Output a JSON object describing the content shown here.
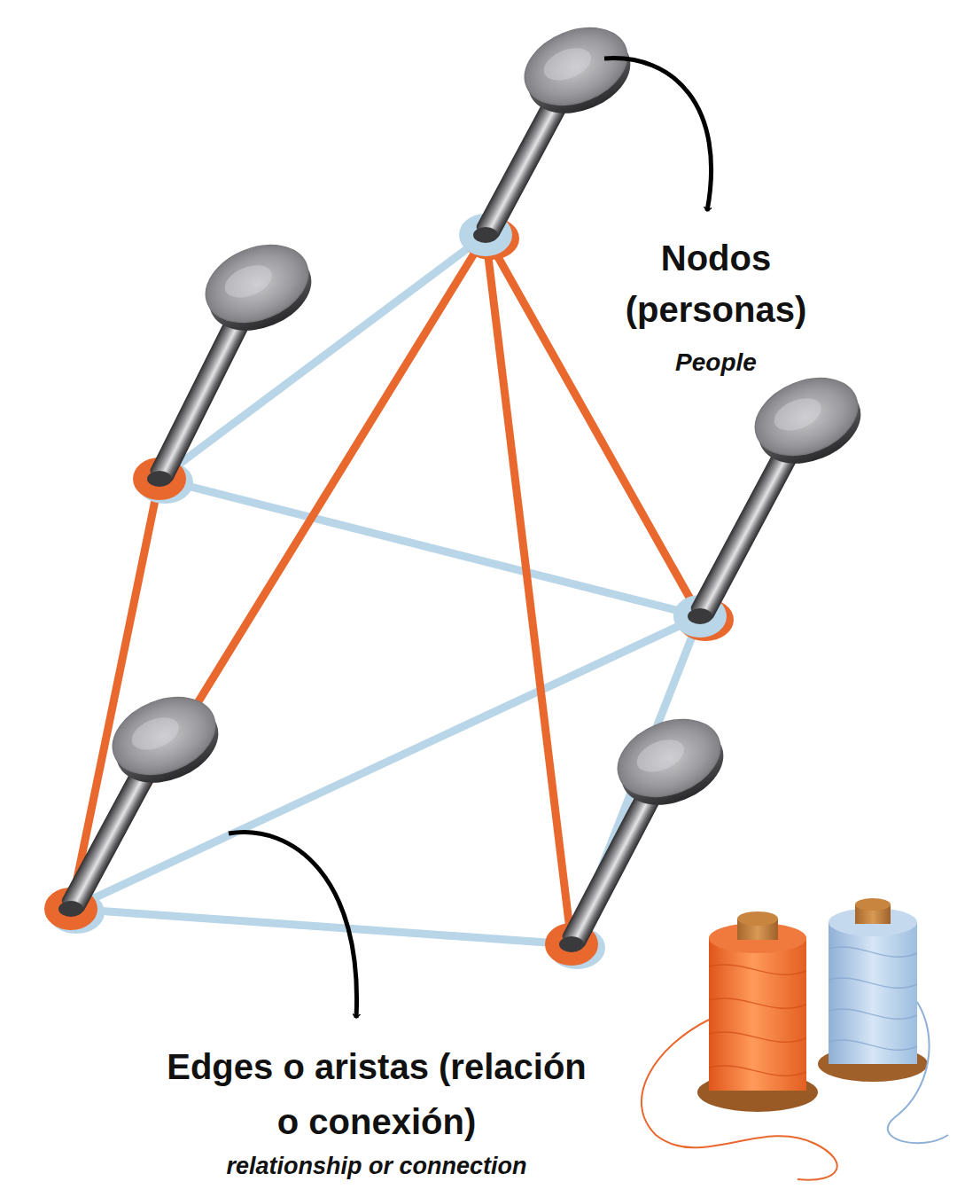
{
  "diagram": {
    "labels": [
      "Nodos (personas)",
      "People",
      "Edges o aristas (relación o conexión)",
      "relationship or connection"
    ]
  }
}
